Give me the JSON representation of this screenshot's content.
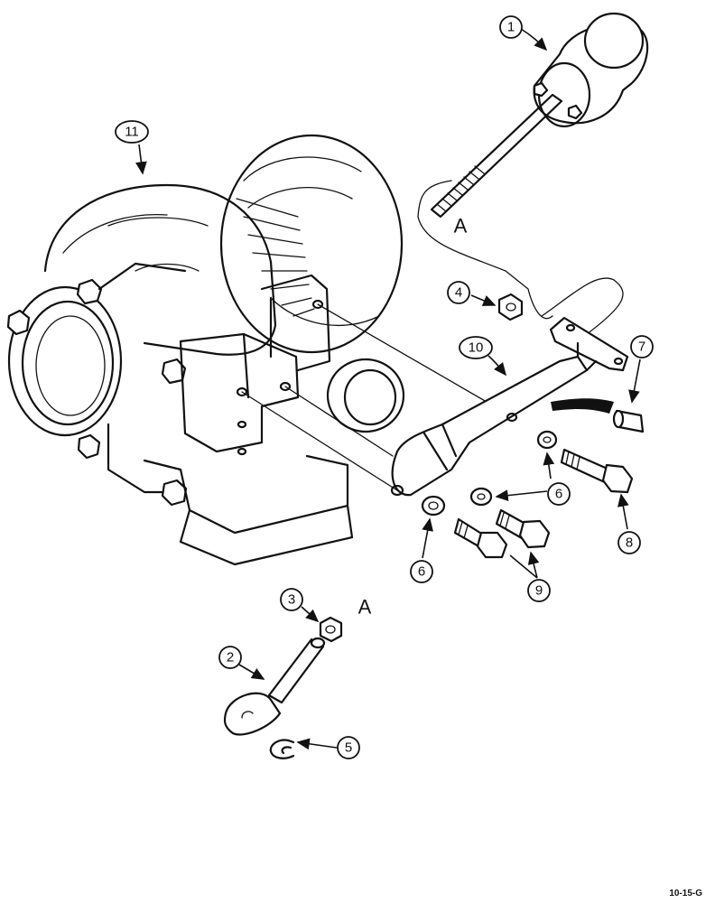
{
  "figure_id": "10-15-G",
  "reference_letters": {
    "top": "A",
    "bottom": "A"
  },
  "callouts": [
    {
      "label": "1"
    },
    {
      "label": "2"
    },
    {
      "label": "3"
    },
    {
      "label": "4"
    },
    {
      "label": "5"
    },
    {
      "label": "6"
    },
    {
      "label": "6"
    },
    {
      "label": "6"
    },
    {
      "label": "7"
    },
    {
      "label": "8"
    },
    {
      "label": "9"
    },
    {
      "label": "10"
    },
    {
      "label": "11"
    }
  ]
}
